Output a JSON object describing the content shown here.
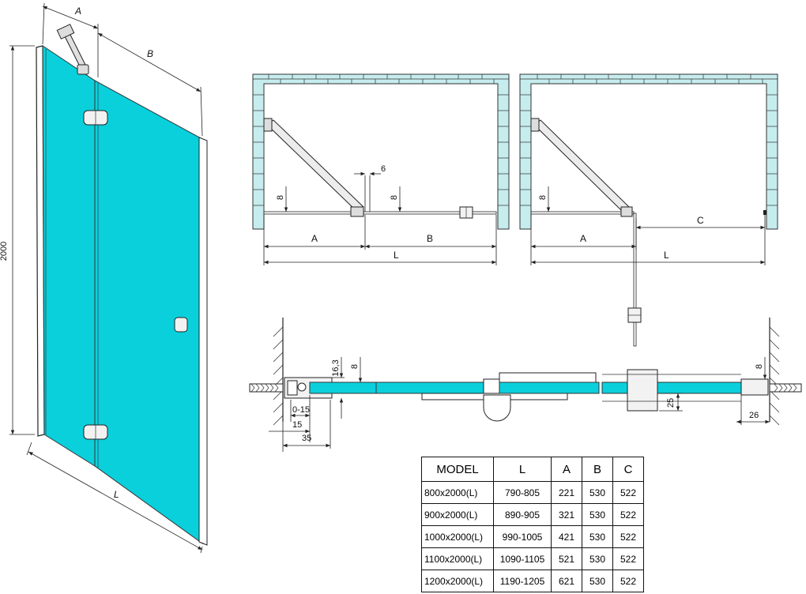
{
  "front_view": {
    "dim_height": "2000",
    "dim_a": "A",
    "dim_b": "B",
    "dim_l": "L"
  },
  "plan_open": {
    "dim_a": "A",
    "dim_b": "B",
    "dim_l": "L",
    "dim_6": "6",
    "dim_8_left": "8",
    "dim_8_right": "8"
  },
  "plan_folded": {
    "dim_a": "A",
    "dim_c": "C",
    "dim_l": "L",
    "dim_8": "8"
  },
  "section": {
    "dim_16_3": "16,3",
    "dim_8_left": "8",
    "dim_0_15": "0-15",
    "dim_15": "15",
    "dim_35": "35",
    "dim_25": "25",
    "dim_8_right": "8",
    "dim_26": "26"
  },
  "spec_table": {
    "headers": [
      "MODEL",
      "L",
      "A",
      "B",
      "C"
    ],
    "rows": [
      [
        "800x2000(L)",
        "790-805",
        "221",
        "530",
        "522"
      ],
      [
        "900x2000(L)",
        "890-905",
        "321",
        "530",
        "522"
      ],
      [
        "1000x2000(L)",
        "990-1005",
        "421",
        "530",
        "522"
      ],
      [
        "1100x2000(L)",
        "1090-1105",
        "521",
        "530",
        "522"
      ],
      [
        "1200x2000(L)",
        "1190-1205",
        "621",
        "530",
        "522"
      ]
    ]
  },
  "colors": {
    "glass": "#0ad0dc",
    "wall": "#c6ecee"
  }
}
